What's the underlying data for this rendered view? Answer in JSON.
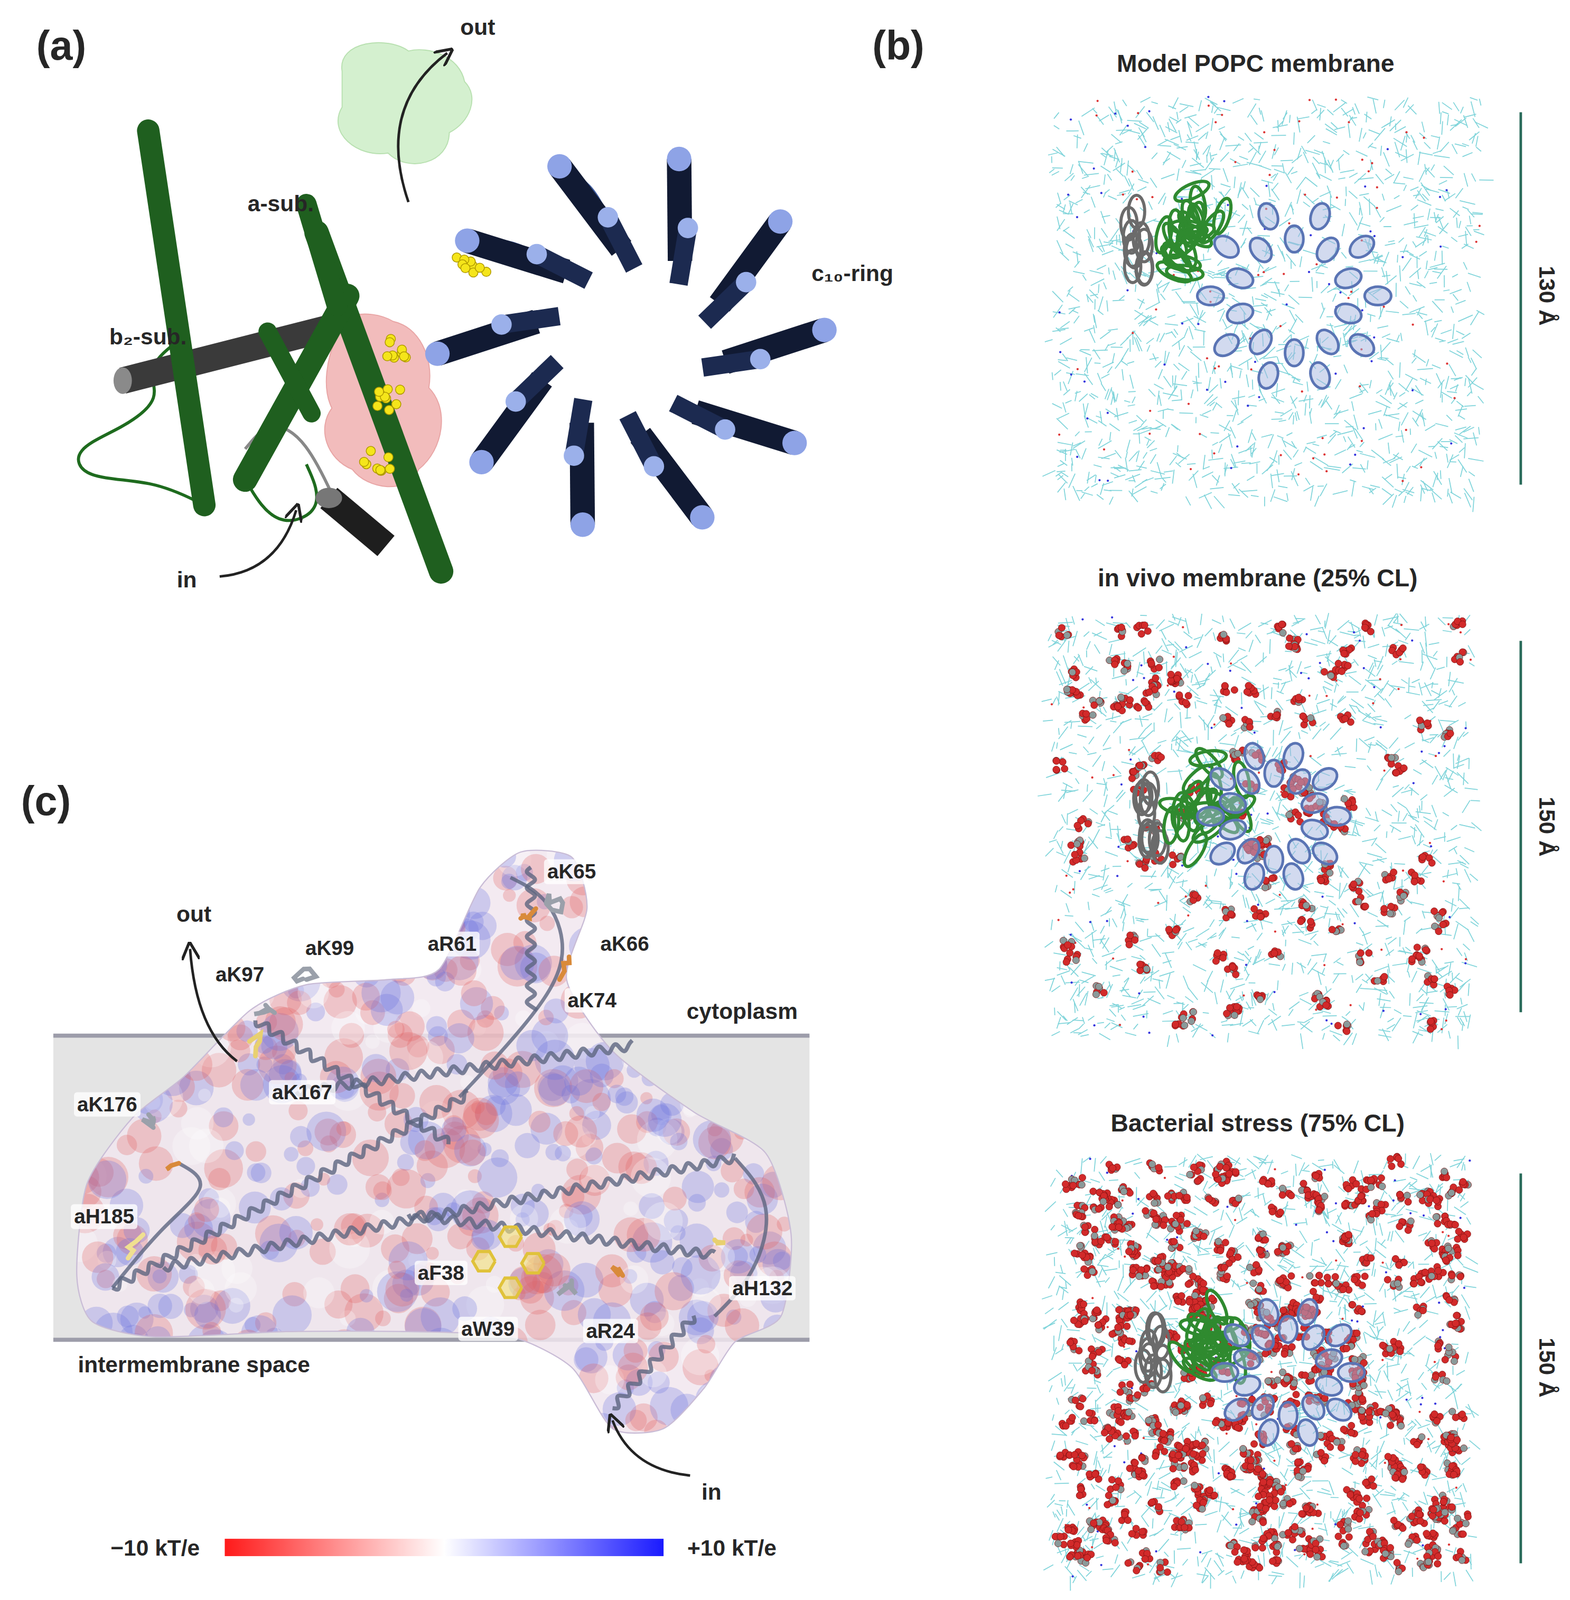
{
  "diagram": {
    "labels": [
      "(a)",
      "out",
      "a-sub.",
      "c₁₀-ring",
      "b₂-sub.",
      "in",
      "(b)",
      "Model POPC membrane",
      "130 Å",
      "in vivo membrane (25% CL)",
      "150 Å",
      "Bacterial stress (75% CL)",
      "150 Å",
      "(c)",
      "aK65",
      "out",
      "aK99",
      "aK97",
      "aR61",
      "aK66",
      "aK74",
      "cytoplasm",
      "aK176",
      "aK167",
      "aH185",
      "aF38",
      "aH132",
      "aW39",
      "aR24",
      "intermembrane space",
      "in",
      "−10 kT/e",
      "+10 kT/e"
    ]
  }
}
